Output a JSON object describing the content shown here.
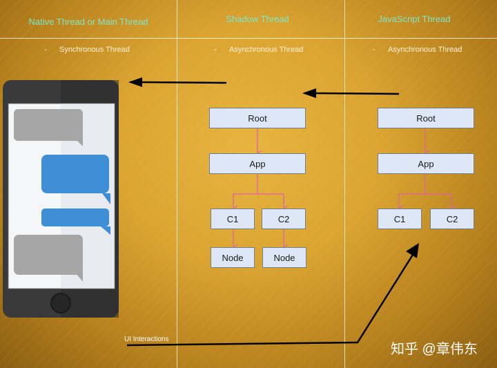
{
  "columns": [
    {
      "title": "Native Thread or Main Thread",
      "subtitle": "Synchronous Thread"
    },
    {
      "title": "Shadow Thread",
      "subtitle": "Asynchronous Thread"
    },
    {
      "title": "JavaScript Thread",
      "subtitle": "Asynchronous Thread"
    }
  ],
  "bullet": "-",
  "shadow_tree": {
    "root": "Root",
    "app": "App",
    "c1": "C1",
    "c2": "C2",
    "node1": "Node",
    "node2": "Node"
  },
  "js_tree": {
    "root": "Root",
    "app": "App",
    "c1": "C1",
    "c2": "C2"
  },
  "ui_interactions_label": "UI Interactions",
  "watermark": "知乎 @章伟东",
  "colors": {
    "title": "#7fe7c8",
    "node_fill": "#dde7f5",
    "connector": "#e05fa8",
    "arrow": "#000000",
    "chat_gray": "#a6a6a6",
    "chat_blue": "#3f8fd6"
  }
}
